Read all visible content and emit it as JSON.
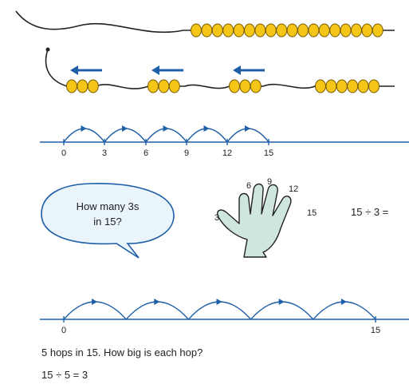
{
  "bead_string_top": {
    "bead_count": 18
  },
  "bead_string_grouped": {
    "groups": [
      3,
      3,
      3,
      6
    ],
    "arrow_count": 3
  },
  "number_line_1": {
    "ticks": [
      "0",
      "3",
      "6",
      "9",
      "12",
      "15"
    ],
    "hop_count": 5
  },
  "speech_bubble": {
    "line1": "How many 3s",
    "line2": "in 15?"
  },
  "hand": {
    "finger_labels": [
      "3",
      "6",
      "9",
      "12",
      "15"
    ]
  },
  "equation_right": "15 ÷ 3 =",
  "number_line_2": {
    "ticks": [
      "0",
      "15"
    ],
    "hop_count": 5
  },
  "question": "5 hops in 15. How big is each hop?",
  "answer_equation": "15 ÷ 5 = 3",
  "colors": {
    "bead_fill": "#f5c518",
    "bead_stroke": "#7a5a00",
    "line_blue": "#1f5fa8",
    "arrow_blue": "#1f5fa8",
    "bubble_fill": "#e9f4fb",
    "bubble_stroke": "#1f5fa8",
    "hand_fill": "#cfe6df"
  }
}
